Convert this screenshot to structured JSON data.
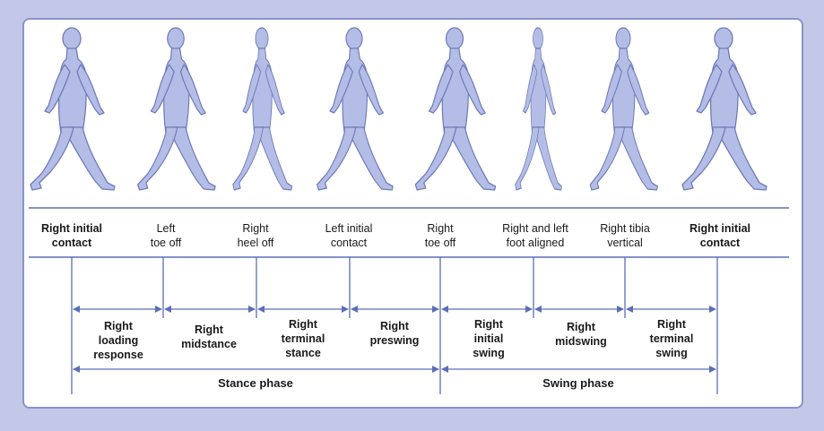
{
  "events": [
    {
      "line1": "Right initial",
      "line2": "contact",
      "bold": true
    },
    {
      "line1": "Left",
      "line2": "toe off",
      "bold": false
    },
    {
      "line1": "Right",
      "line2": "heel off",
      "bold": false
    },
    {
      "line1": "Left initial",
      "line2": "contact",
      "bold": false
    },
    {
      "line1": "Right",
      "line2": "toe off",
      "bold": false
    },
    {
      "line1": "Right and left",
      "line2": "foot aligned",
      "bold": false
    },
    {
      "line1": "Right tibia",
      "line2": "vertical",
      "bold": false
    },
    {
      "line1": "Right initial",
      "line2": "contact",
      "bold": true
    }
  ],
  "subphases": [
    {
      "lines": [
        "Right",
        "loading",
        "response"
      ]
    },
    {
      "lines": [
        "Right",
        "midstance"
      ]
    },
    {
      "lines": [
        "Right",
        "terminal",
        "stance"
      ]
    },
    {
      "lines": [
        "Right",
        "preswing"
      ]
    },
    {
      "lines": [
        "Right",
        "initial",
        "swing"
      ]
    },
    {
      "lines": [
        "Right",
        "midswing"
      ]
    },
    {
      "lines": [
        "Right",
        "terminal",
        "swing"
      ]
    }
  ],
  "phases": {
    "stance": "Stance phase",
    "swing": "Swing phase"
  },
  "colors": {
    "background": "#c3c8e8",
    "figure_fill": "#b4bde6",
    "figure_stroke": "#6f7bb8",
    "line": "#5b6fb5",
    "text": "#1a1a1a"
  }
}
